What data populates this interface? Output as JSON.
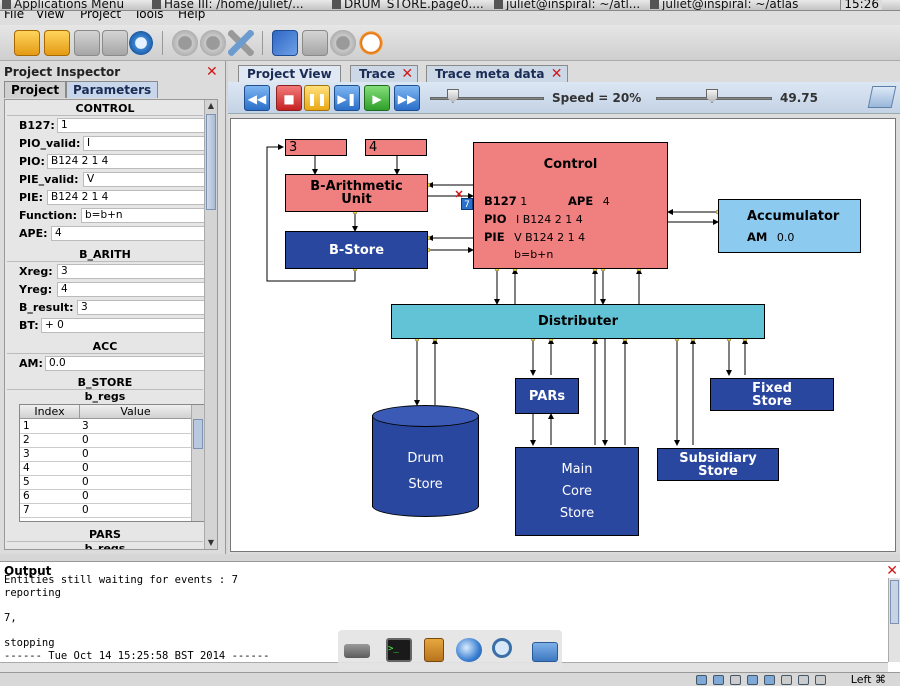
{
  "taskbar": {
    "items": [
      "Applications Menu",
      "Hase III: /home/juliet/...",
      "DRUM_STORE.page0....",
      "juliet@inspiral: ~/atl...",
      "juliet@inspiral: ~/atlas"
    ],
    "clock": "15:26"
  },
  "menubar": {
    "items": [
      "File",
      "View",
      "Project",
      "Tools",
      "Help"
    ]
  },
  "toolbar": {
    "icons": [
      "open-folder-icon",
      "folder-icon",
      "save-icon",
      "save-all-icon",
      "refresh-icon",
      "gear-icon",
      "gears-icon",
      "tools-icon",
      "pin-icon",
      "build-icon",
      "wizard-icon",
      "clock-icon"
    ]
  },
  "inspector": {
    "title": "Project Inspector",
    "tabs": [
      "Project",
      "Parameters"
    ],
    "control": {
      "heading": "CONTROL",
      "rows": [
        {
          "label": "B127:",
          "value": "1"
        },
        {
          "label": "PIO_valid:",
          "value": "I"
        },
        {
          "label": "PIO:",
          "value": "B124 2 1 4"
        },
        {
          "label": "PIE_valid:",
          "value": "V"
        },
        {
          "label": "PIE:",
          "value": "B124 2 1 4"
        },
        {
          "label": "Function:",
          "value": "b=b+n"
        },
        {
          "label": "APE:",
          "value": "4"
        }
      ]
    },
    "b_arith": {
      "heading": "B_ARITH",
      "rows": [
        {
          "label": "Xreg:",
          "value": "3"
        },
        {
          "label": "Yreg:",
          "value": "4"
        },
        {
          "label": "B_result:",
          "value": "3"
        },
        {
          "label": "BT:",
          "value": "+ 0"
        }
      ]
    },
    "acc": {
      "heading": "ACC",
      "rows": [
        {
          "label": "AM:",
          "value": "0.0"
        }
      ]
    },
    "b_store": {
      "heading": "B_STORE",
      "sub": "b_regs",
      "col_index": "Index",
      "col_value": "Value",
      "rows": [
        [
          "1",
          "3"
        ],
        [
          "2",
          "0"
        ],
        [
          "3",
          "0"
        ],
        [
          "4",
          "0"
        ],
        [
          "5",
          "0"
        ],
        [
          "6",
          "0"
        ],
        [
          "7",
          "0"
        ]
      ]
    },
    "pars": {
      "heading": "PARS",
      "sub": "b_regs"
    }
  },
  "view": {
    "tabs": [
      "Project View",
      "Trace",
      "Trace meta data"
    ],
    "controls": {
      "speed_label": "Speed = 20%",
      "speed_value": 0.2,
      "zoom_value": "49.75",
      "buttons": [
        "rewind-icon",
        "stop-icon",
        "pause-icon",
        "step-icon",
        "play-icon",
        "fast-forward-icon"
      ]
    },
    "diagram": {
      "small_boxes": [
        "3",
        "4"
      ],
      "b_arith": "B-Arithmetic Unit",
      "b_store": "B-Store",
      "control": {
        "title": "Control",
        "b127_label": "B127",
        "b127_value": "1",
        "ape_label": "APE",
        "ape_value": "4",
        "pio_label": "PIO",
        "pio_value": "I B124 2 1 4",
        "pie_label": "PIE",
        "pie_value": "V B124 2 1 4",
        "func": "b=b+n"
      },
      "accumulator": {
        "title": "Accumulator",
        "am_label": "AM",
        "am_value": "0.0"
      },
      "distributer": "Distributer",
      "pars": "PARs",
      "fixed_store": "Fixed Store",
      "drum_store": "Drum Store",
      "main_core": "Main Core Store",
      "subsidiary": "Subsidiary Store",
      "marker": "7"
    }
  },
  "output": {
    "title": "Output",
    "text": "Entities still waiting for events : 7\nreporting\n\n7,\n\nstopping\n------ Tue Oct 14 15:25:58 BST 2014 ------"
  },
  "dock": {
    "icons": [
      "drive-icon",
      "terminal-icon",
      "notes-icon",
      "globe-icon",
      "search-icon",
      "folder-icon"
    ]
  },
  "statusbar": {
    "text": "Left ⌘"
  }
}
